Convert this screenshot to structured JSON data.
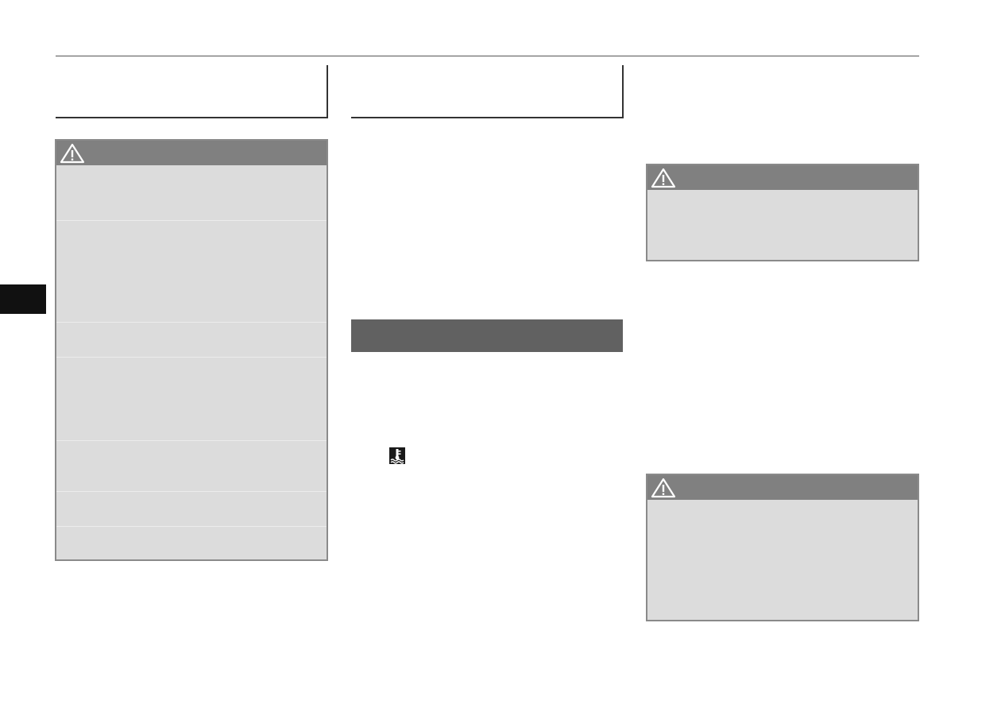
{
  "colors": {
    "rule": "#555555",
    "chapter_tab": "#111111",
    "warning_header": "#808080",
    "warning_body": "#dcdcdc",
    "warning_border": "#8a8a8a",
    "section_bar": "#616161"
  },
  "icons": {
    "warning": "warning-triangle-icon",
    "indicator": "coolant-temperature-icon"
  },
  "warnings": {
    "left": {
      "segments": 7
    },
    "right_top": {
      "segments": 1
    },
    "right_bottom": {
      "segments": 1
    }
  }
}
